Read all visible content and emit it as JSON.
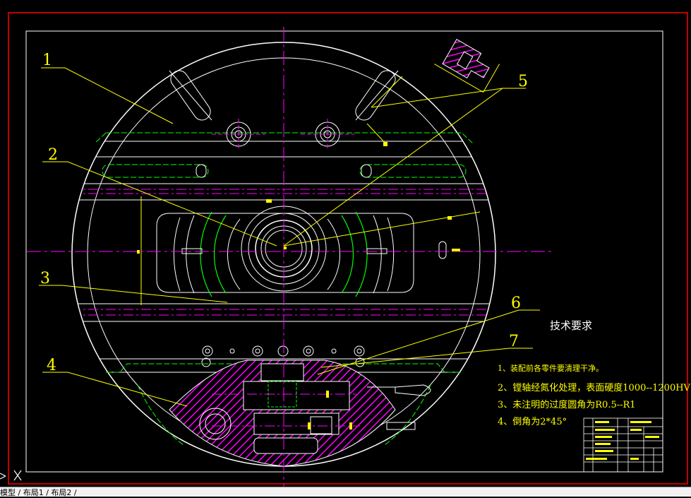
{
  "drawing": {
    "callouts": [
      "1",
      "2",
      "3",
      "4",
      "5",
      "6",
      "7"
    ],
    "tech_title": "技术要求",
    "tech_notes": [
      "1、装配前各零件要清理干净。",
      "2、镗轴经氮化处理，表面硬度1000--1200HV",
      "3、未注明的过度圆角为R0.5--R1",
      "4、倒角为2*45°"
    ]
  },
  "command_line": {
    "text": "模型 / 布局1 / 布局2 /"
  },
  "colors": {
    "background": "#000000",
    "outer_frame": "#ff0000",
    "outline": "#ffffff",
    "centerline": "#ff00ff",
    "hidden": "#00ff00",
    "leader": "#ffff00"
  }
}
